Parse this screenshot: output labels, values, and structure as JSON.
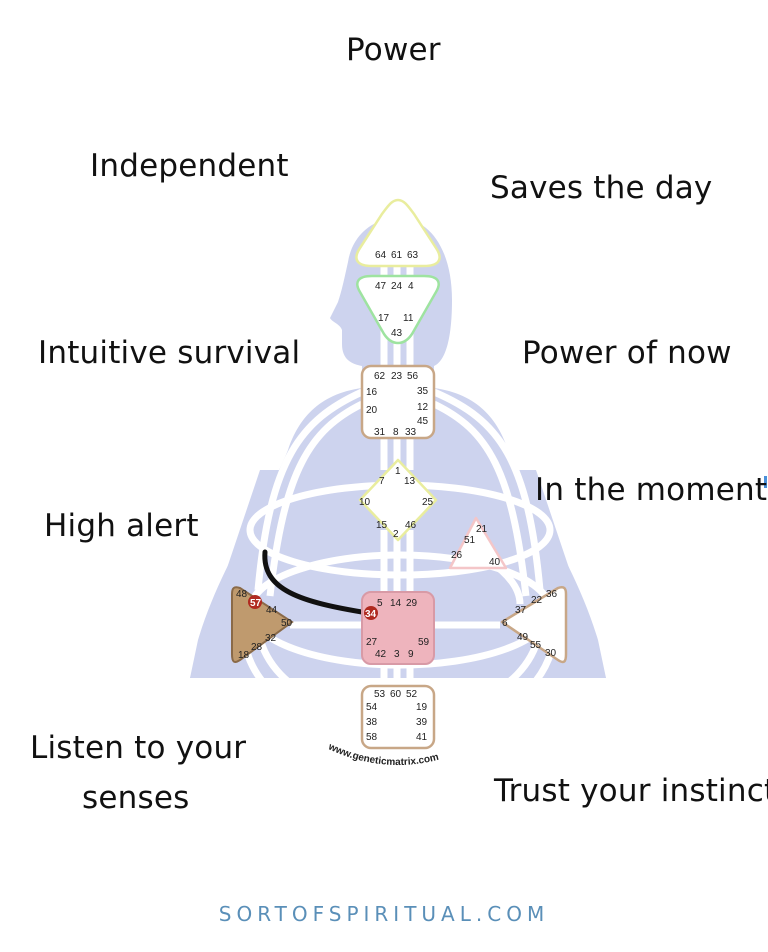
{
  "labels": {
    "power": "Power",
    "independent": "Independent",
    "saves_the_day": "Saves the day",
    "intuitive_survival": "Intuitive survival",
    "power_of_now": "Power of now",
    "in_the_moment": "In the moment",
    "high_alert": "High alert",
    "listen_line1": "Listen to your",
    "listen_line2": "senses",
    "trust_your_instinct": "Trust your instinct"
  },
  "diagram": {
    "watermark": "www.geneticmatrix.com",
    "highlighted_gates": [
      "57",
      "34"
    ],
    "centers": {
      "head": {
        "gates": [
          "64",
          "61",
          "63"
        ]
      },
      "ajna": {
        "gates": [
          "47",
          "24",
          "4",
          "17",
          "11",
          "43"
        ]
      },
      "throat": {
        "gates": [
          "62",
          "23",
          "56",
          "16",
          "35",
          "20",
          "12",
          "45",
          "31",
          "8",
          "33"
        ]
      },
      "g": {
        "gates": [
          "1",
          "7",
          "13",
          "10",
          "25",
          "15",
          "2",
          "46"
        ]
      },
      "heart": {
        "gates": [
          "21",
          "51",
          "26",
          "40"
        ]
      },
      "spleen": {
        "gates": [
          "48",
          "57",
          "44",
          "50",
          "32",
          "28",
          "18"
        ]
      },
      "sacral": {
        "gates": [
          "34",
          "5",
          "14",
          "29",
          "27",
          "59",
          "42",
          "3",
          "9"
        ]
      },
      "solar_plexus": {
        "gates": [
          "22",
          "36",
          "37",
          "6",
          "49",
          "55",
          "30"
        ]
      },
      "root": {
        "gates": [
          "53",
          "60",
          "52",
          "54",
          "19",
          "38",
          "39",
          "58",
          "41"
        ]
      }
    }
  },
  "colors": {
    "body": "#cdd3ee",
    "channel": "#ffffff",
    "spleen": "#bf9a6e",
    "sacral": "#eeb4bd",
    "activation": "#b02a20",
    "footer": "#5a8fb8"
  },
  "footer": "SORTOFSPIRITUAL.COM"
}
